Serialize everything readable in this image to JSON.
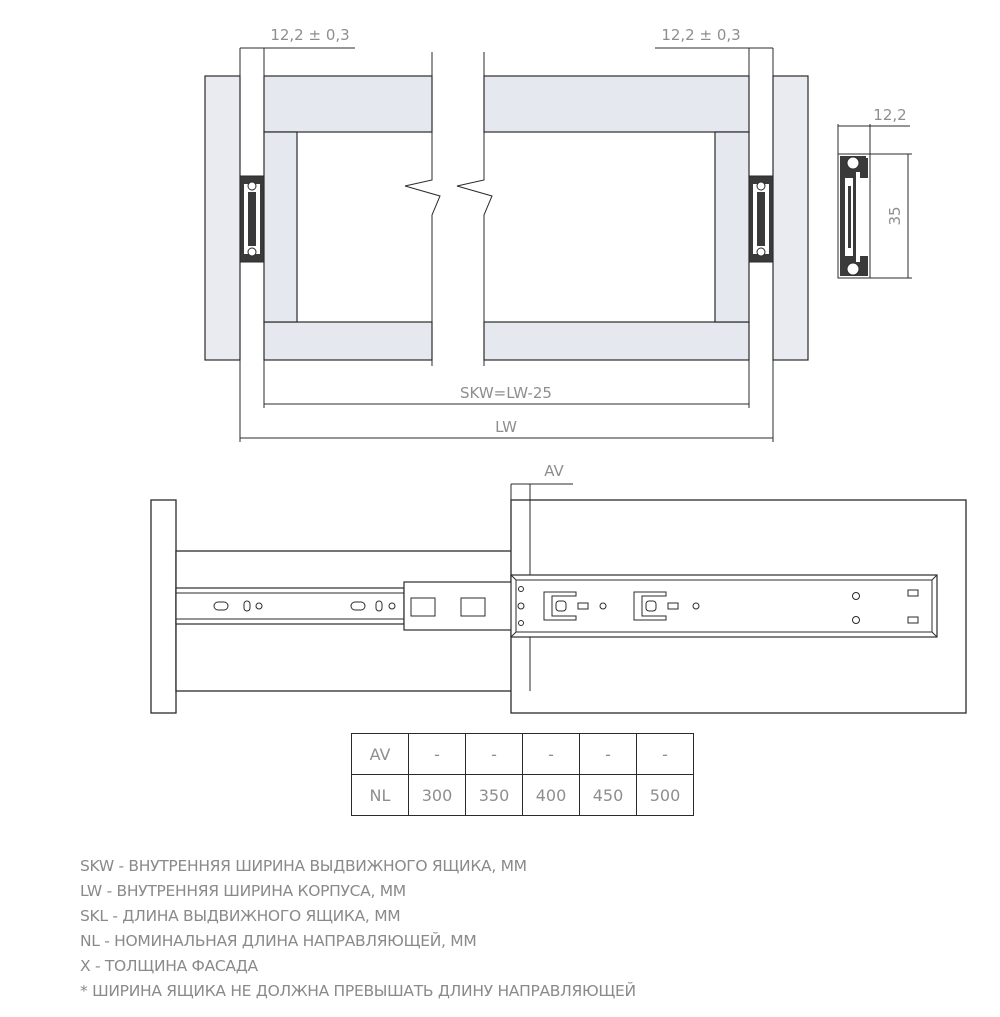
{
  "dimensions": {
    "gap_left": "12,2 ± 0,3",
    "gap_right": "12,2 ± 0,3",
    "profile_width": "12,2",
    "profile_height": "35",
    "skw_formula": "SKW=LW-25",
    "lw": "LW",
    "av": "AV"
  },
  "spec_table": {
    "rows": [
      {
        "label": "AV",
        "values": [
          "-",
          "-",
          "-",
          "-",
          "-"
        ]
      },
      {
        "label": "NL",
        "values": [
          "300",
          "350",
          "400",
          "450",
          "500"
        ]
      }
    ]
  },
  "legend": [
    "SKW - ВНУТРЕННЯЯ ШИРИНА ВЫДВИЖНОГО ЯЩИКА, ММ",
    "LW - ВНУТРЕННЯЯ ШИРИНА КОРПУСА, ММ",
    "SKL - ДЛИНА ВЫДВИЖНОГО ЯЩИКА, ММ",
    "NL - НОМИНАЛЬНАЯ ДЛИНА НАПРАВЛЯЮЩЕЙ, ММ",
    "X - ТОЛЩИНА ФАСАДА",
    "* ШИРИНА ЯЩИКА НЕ ДОЛЖНА ПРЕВЫШАТЬ ДЛИНУ НАПРАВЛЯЮЩЕЙ"
  ]
}
